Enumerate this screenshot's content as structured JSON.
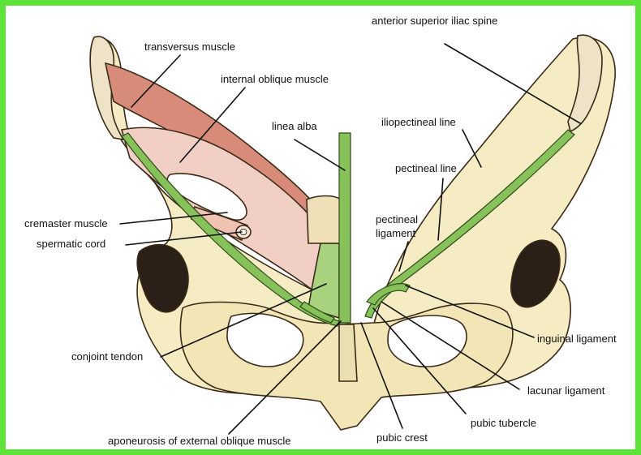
{
  "colors": {
    "frame": "#5ee33a",
    "bone": "#f6ecc4",
    "bone_shadow": "#e9d9a6",
    "ligament": "#86c15a",
    "muscle": "#d98b7a",
    "muscle_pale": "#f1cfc4"
  },
  "labels": {
    "transversus_muscle": "transversus muscle",
    "internal_oblique_muscle": "internal oblique muscle",
    "linea_alba": "linea alba",
    "cremaster_muscle": "cremaster muscle",
    "spermatic_cord": "spermatic cord",
    "conjoint_tendon": "conjoint tendon",
    "aponeurosis_external_oblique": "aponeurosis of external oblique muscle",
    "anterior_superior_iliac_spine": "anterior superior iliac spine",
    "iliopectineal_line": "iliopectineal line",
    "pectineal_line": "pectineal line",
    "pectineal_ligament_line1": "pectineal",
    "pectineal_ligament_line2": "ligament",
    "inguinal_ligament": "inguinal ligament",
    "lacunar_ligament": "lacunar ligament",
    "pubic_tubercle": "pubic tubercle",
    "pubic_crest": "pubic crest"
  }
}
